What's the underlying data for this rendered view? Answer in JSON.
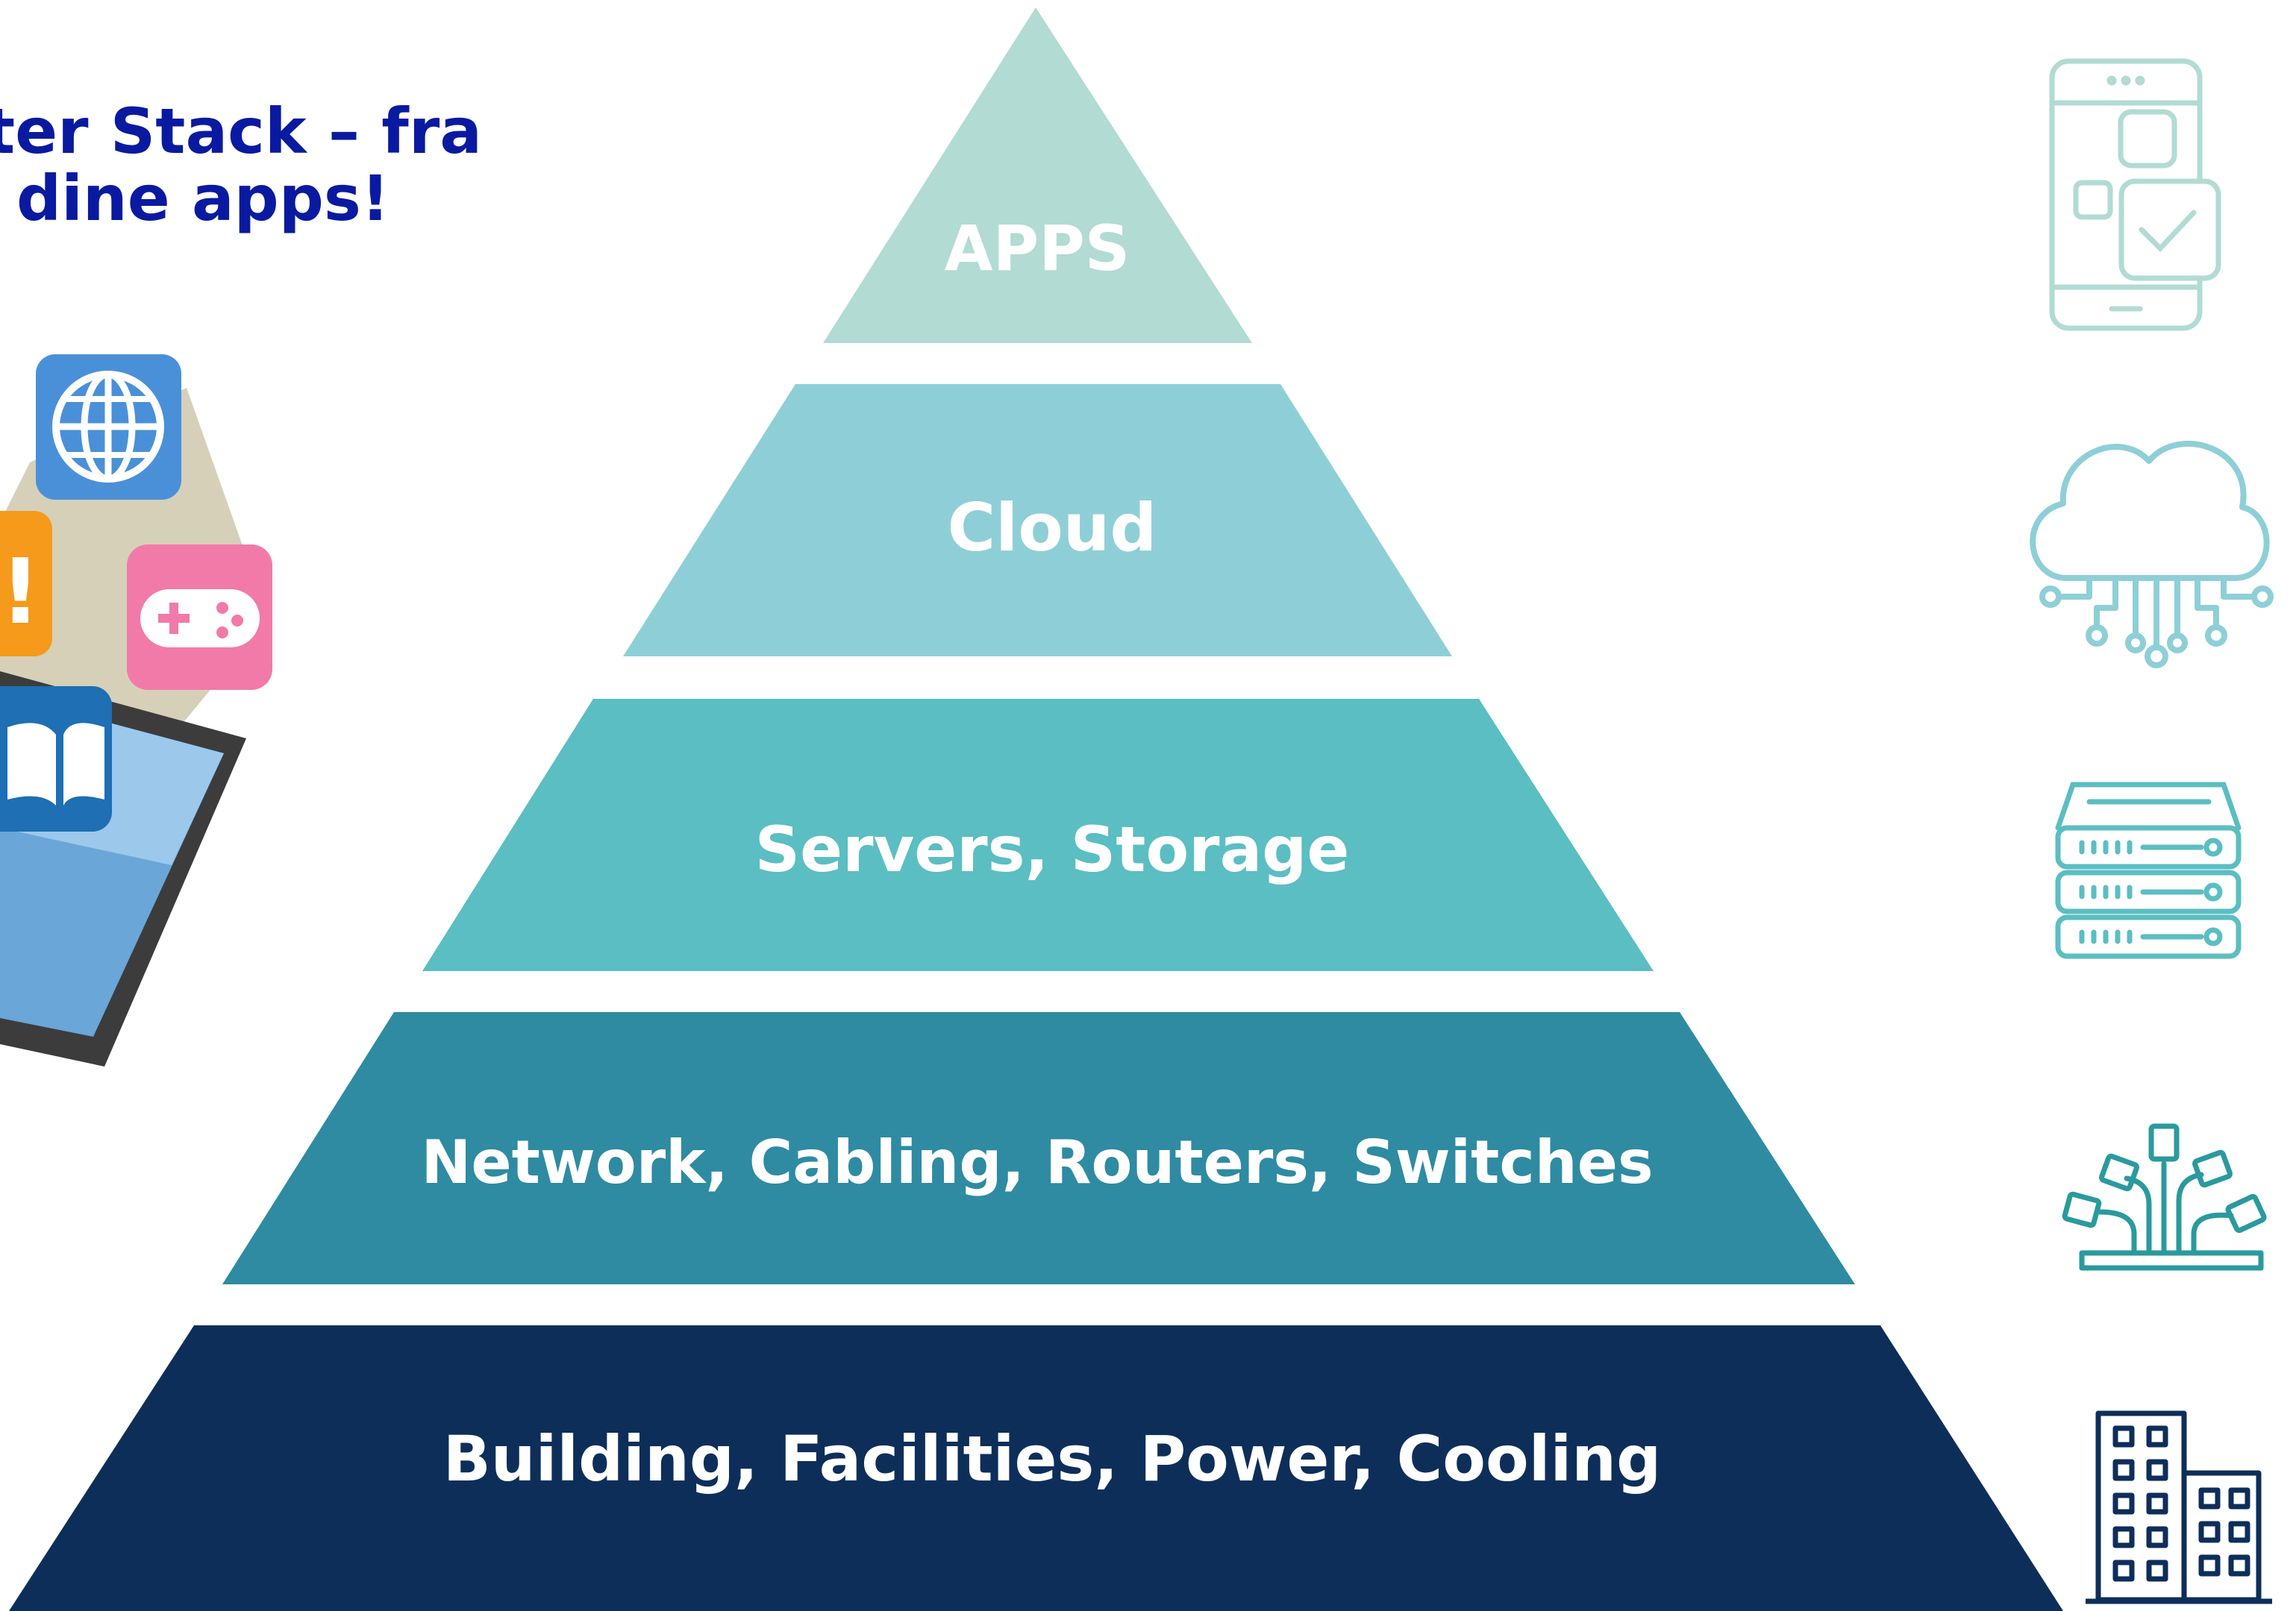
{
  "headline": {
    "line1": "ter Stack – fra",
    "line2": "dine apps!"
  },
  "pyramid": {
    "layers": [
      {
        "label": "APPS",
        "color": "#b1dbd3",
        "icon": "mobile-app-icon"
      },
      {
        "label": "Cloud",
        "color": "#8ecfd7",
        "icon": "cloud-network-icon"
      },
      {
        "label": "Servers, Storage",
        "color": "#5bbec2",
        "icon": "server-rack-icon"
      },
      {
        "label": "Network, Cabling, Routers, Switches",
        "color": "#2e8ba2",
        "icon": "network-cables-icon"
      },
      {
        "label": "Building, Facilities, Power, Cooling",
        "color": "#0e2e5a",
        "icon": "building-icon"
      }
    ]
  },
  "illustration": {
    "icons": [
      "globe-app-icon",
      "alert-app-icon",
      "gamepad-app-icon",
      "book-app-icon",
      "tablet-device-icon"
    ],
    "colors": {
      "globe": "#4a90d9",
      "alert": "#f59a1b",
      "gamepad": "#f27aa8",
      "book": "#1e6fb3",
      "tablet": "#3a3a3a"
    }
  }
}
